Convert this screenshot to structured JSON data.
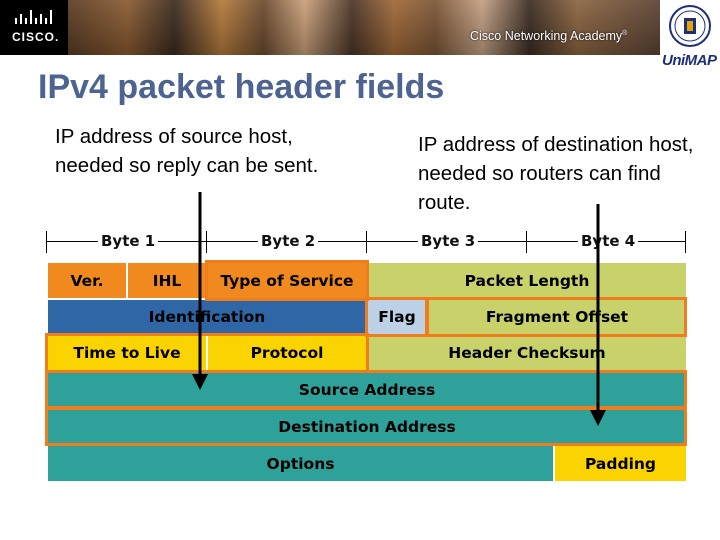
{
  "banner": {
    "brand_left": "CISCO.",
    "academy": "Cisco Networking Academy",
    "academy_mark": "®",
    "brand_right_a": "Uni",
    "brand_right_b": "MAP"
  },
  "slide": {
    "title": "IPv4 packet header fields",
    "note_source": "IP address of source host, needed so reply can be sent.",
    "note_destination": "IP address of destination host, needed so routers can find route."
  },
  "bytes": [
    "Byte 1",
    "Byte 2",
    "Byte 3",
    "Byte 4"
  ],
  "fields": {
    "version": "Ver.",
    "ihl": "IHL",
    "type_of_service": "Type of Service",
    "packet_length": "Packet Length",
    "identification": "Identification",
    "flag": "Flag",
    "fragment_offset": "Fragment Offset",
    "time_to_live": "Time to Live",
    "protocol": "Protocol",
    "header_checksum": "Header Checksum",
    "source_address": "Source Address",
    "destination_address": "Destination Address",
    "options": "Options",
    "padding": "Padding"
  },
  "colors": {
    "title": "#4d6391",
    "orange": "#f08a1e",
    "olive": "#c9d16a",
    "blue": "#2f66a6",
    "teal": "#2ea19a",
    "lightblue": "#bcd1e6",
    "yellow": "#fbd400",
    "highlight": "#f07d1d"
  }
}
